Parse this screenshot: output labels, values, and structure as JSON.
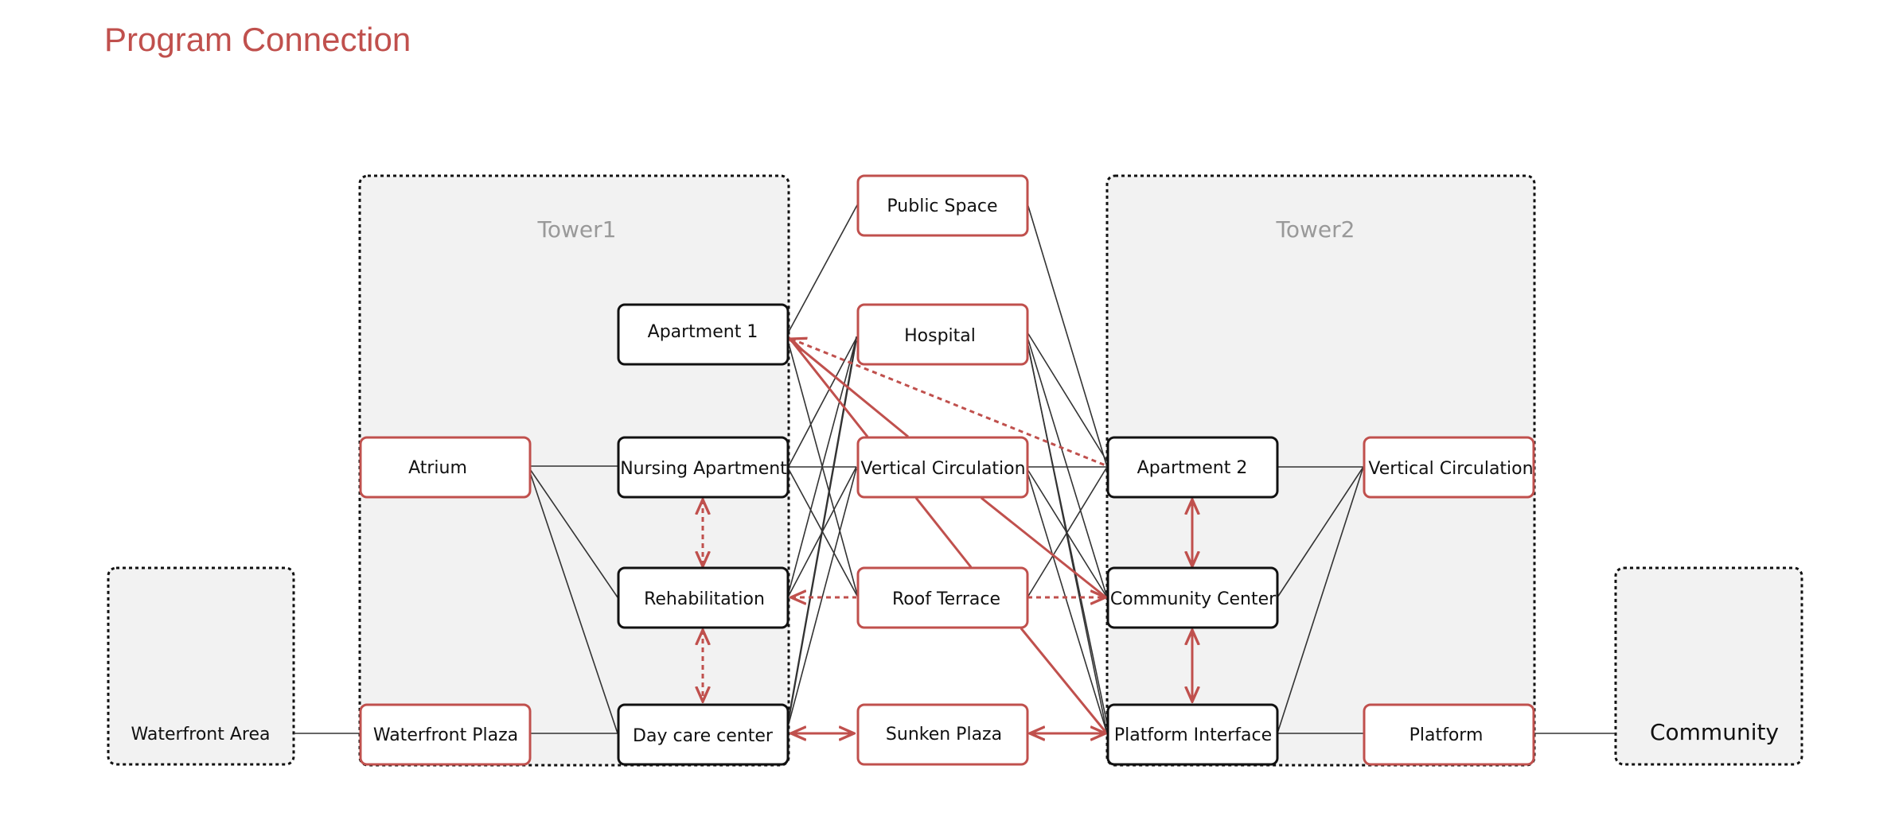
{
  "title": "Program Connection",
  "colors": {
    "accent": "#c0504d",
    "node_border_dark": "#111111",
    "group_fill": "#f2f2f2",
    "line": "#333333",
    "group_label": "#999999"
  },
  "groups": {
    "tower1": "Tower1",
    "tower2": "Tower2",
    "waterfront_area": "Waterfront Area",
    "community": "Community"
  },
  "nodes": {
    "public_space": "Public Space",
    "hospital": "Hospital",
    "apartment1": "Apartment 1",
    "atrium": "Atrium",
    "nursing_apartment": "Nursing Apartment",
    "vertical_circulation_center": "Vertical Circulation",
    "apartment2": "Apartment 2",
    "vertical_circulation_right": "Vertical Circulation",
    "rehabilitation": "Rehabilitation",
    "roof_terrace": "Roof Terrace",
    "community_center": "Community Center",
    "waterfront_plaza": "Waterfront Plaza",
    "day_care_center": "Day care center",
    "sunken_plaza": "Sunken Plaza",
    "platform_interface": "Platform Interface",
    "platform": "Platform"
  }
}
